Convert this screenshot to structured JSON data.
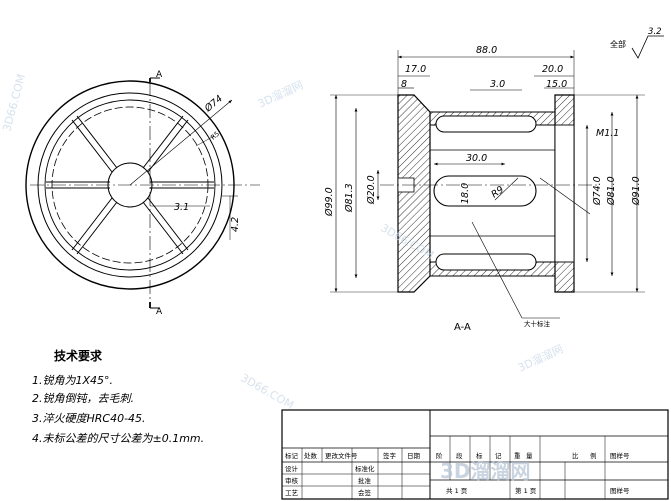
{
  "front_view": {
    "section_marker": "A",
    "dia_outer": "Ø74",
    "radius_label": "R5",
    "slot_width": "3.1",
    "offset_dim": "4.2"
  },
  "section_view": {
    "view_label": "A-A",
    "length_overall": "88.0",
    "flange_width": "17.0",
    "flange_step": "8",
    "slot_offset": "3.0",
    "right_width": "20.0",
    "right_step": "15.0",
    "dia_outer_big": "Ø99.0",
    "dia_inner_big": "Ø81.3",
    "bore": "Ø20.0",
    "slot_length": "30.0",
    "slot_width": "18.0",
    "slot_radius": "R9",
    "taper": "M1.1",
    "dia_right_1": "Ø74.0",
    "dia_right_2": "Ø81.0",
    "dia_right_3": "Ø91.0",
    "leader_note": "大十标注"
  },
  "surface_finish": {
    "label": "全部",
    "value": "3.2"
  },
  "tech_notes": {
    "title": "技术要求",
    "items": [
      "1.锐角为1X45°.",
      "2.锐角倒钝，去毛刺.",
      "3.淬火硬度HRC40-45.",
      "4.未标公差的尺寸公差为±0.1mm."
    ]
  },
  "title_block": {
    "revision_headers": [
      "标记",
      "处数",
      "更改文件号",
      "签字",
      "日期"
    ],
    "row_labels": [
      "设计",
      "审核",
      "工艺"
    ],
    "row_labels2": [
      "标准化",
      "批准",
      "会签"
    ],
    "stage_headers": [
      "阶",
      "段",
      "标",
      "记",
      "重",
      "量",
      "比",
      "例"
    ],
    "sheet_total": "共 1 页",
    "sheet_index": "第 1 页",
    "drawing_no": "图样号",
    "drawing_no_2": "图样号"
  },
  "watermarks": {
    "brand": "3D溜溜网",
    "site": "3D66.COM"
  }
}
